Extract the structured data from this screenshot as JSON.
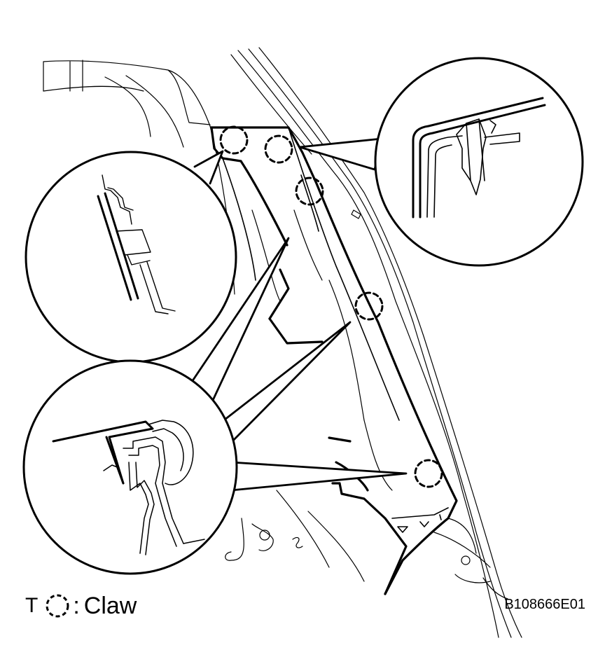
{
  "legend": {
    "prefix": "T",
    "colon": ":",
    "label": "Claw"
  },
  "figure_code": "B108666E01",
  "icons": {
    "claw_marker": "dashed-circle-icon"
  },
  "colors": {
    "line": "#000000",
    "background": "#ffffff"
  }
}
